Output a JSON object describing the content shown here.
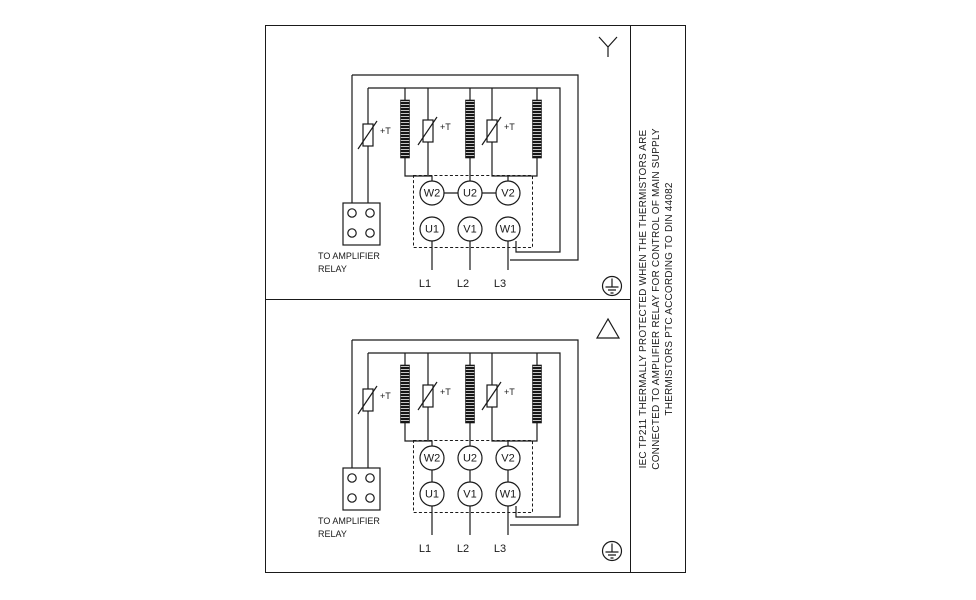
{
  "terminals": {
    "top_row": [
      "W2",
      "U2",
      "V2"
    ],
    "bottom_row": [
      "U1",
      "V1",
      "W1"
    ]
  },
  "leads": [
    "L1",
    "L2",
    "L3"
  ],
  "thermistor_label": "+T",
  "relay_note": {
    "line1": "TO AMPLIFIER",
    "line2": "RELAY"
  },
  "side_note": {
    "line1": "IEC TP211 THERMALLY PROTECTED WHEN THE THERMISTORS ARE",
    "line2": "CONNECTED TO AMPLIFIER RELAY FOR CONTROL OF MAIN SUPPLY",
    "line3": "THERMISTORS PTC ACCORDING TO DIN 44082"
  },
  "connection_symbols": {
    "top_panel": "star",
    "bottom_panel": "delta"
  },
  "colors": {
    "ink": "#1a1a1a",
    "background": "#ffffff"
  }
}
